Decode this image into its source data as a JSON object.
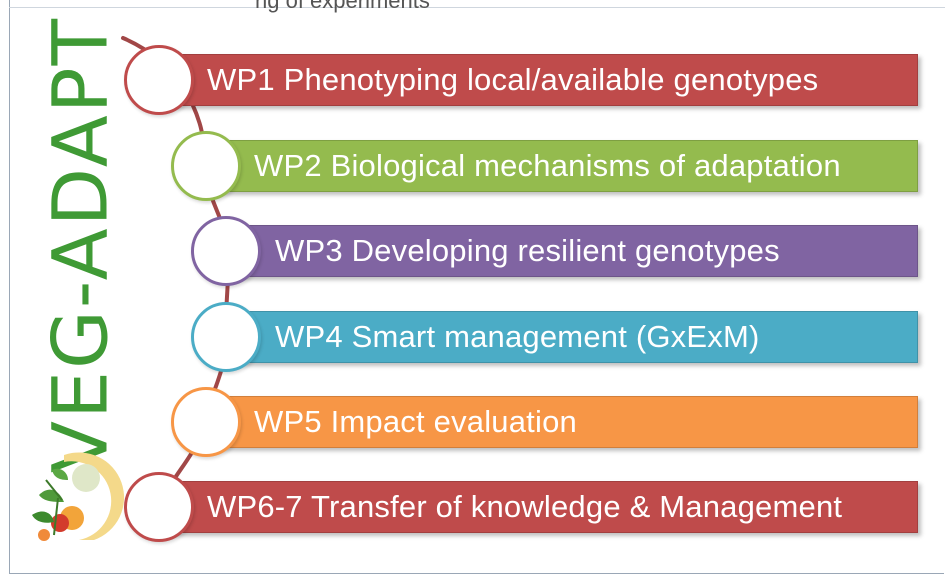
{
  "header": {
    "cut_text": "ng of experiments"
  },
  "brand": {
    "title": "VEG-ADAPT"
  },
  "work_packages": [
    {
      "label": "WP1 Phenotyping local/available genotypes",
      "color": "#bf4b4b"
    },
    {
      "label": "WP2 Biological mechanisms of adaptation",
      "color": "#94bb4e"
    },
    {
      "label": "WP3 Developing  resilient genotypes",
      "color": "#8064a2"
    },
    {
      "label": "WP4 Smart management (GxExM)",
      "color": "#4bacc6"
    },
    {
      "label": "WP5 Impact evaluation",
      "color": "#f79646"
    },
    {
      "label": "WP6-7 Transfer of knowledge & Management",
      "color": "#bf4b4b"
    }
  ],
  "connector_color": "#a14747"
}
